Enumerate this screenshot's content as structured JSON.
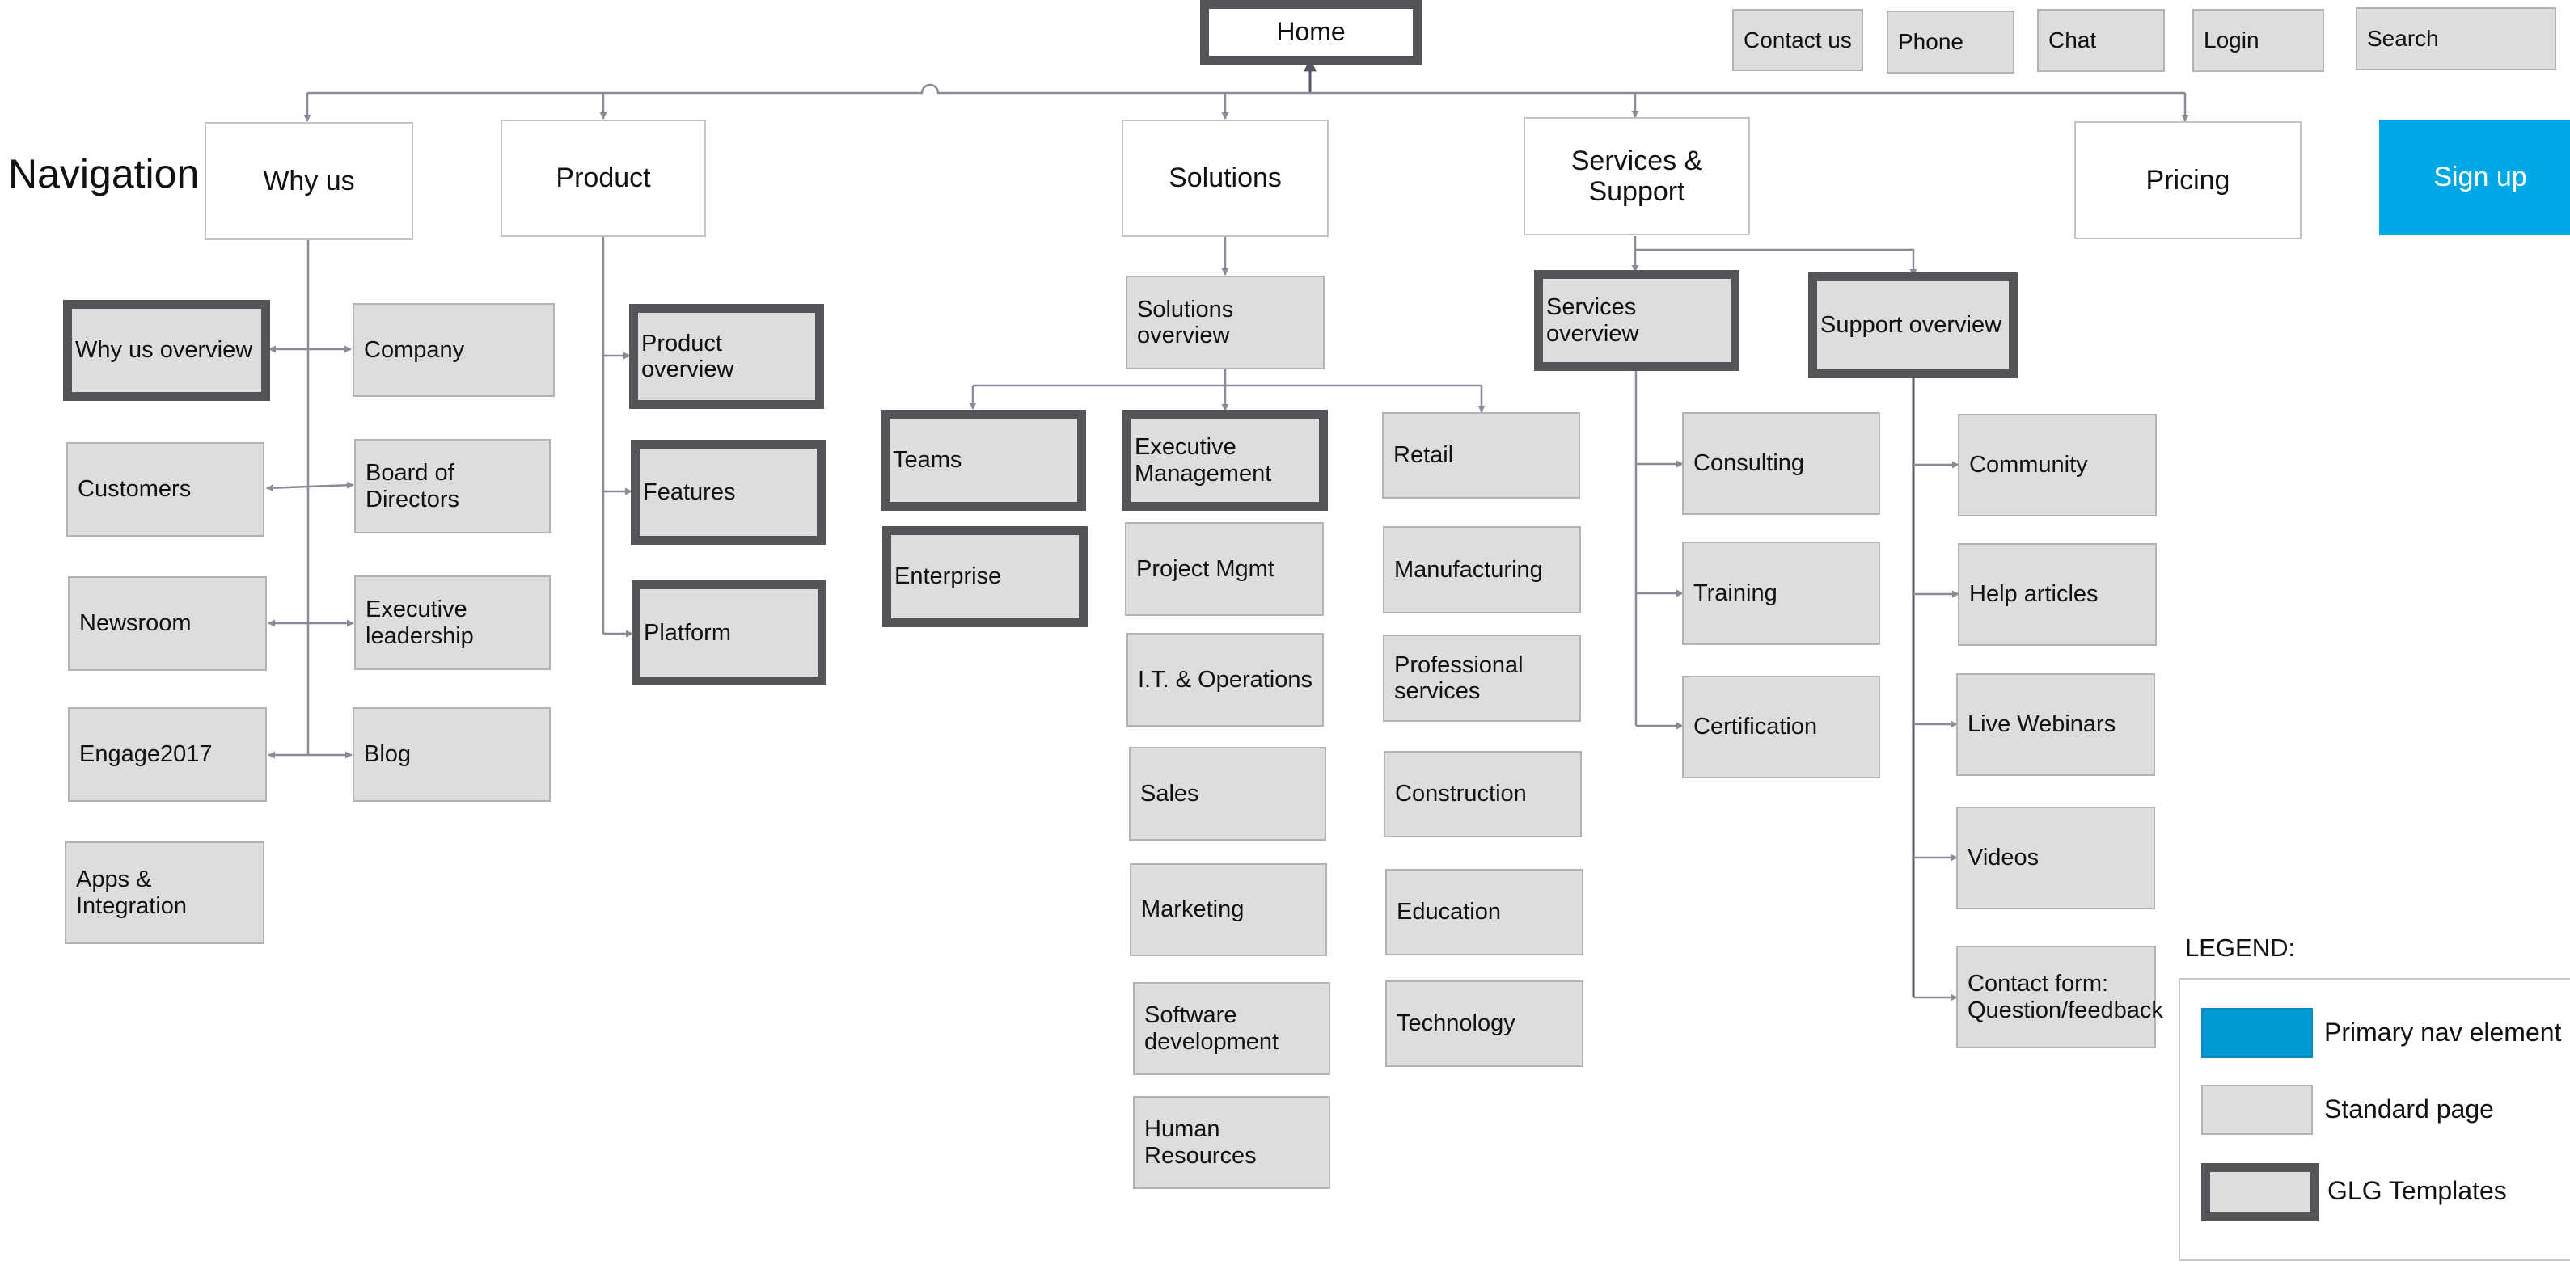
{
  "diagram": {
    "title": "Navigation",
    "home": "Home",
    "utility": [
      "Contact us",
      "Phone",
      "Chat",
      "Login",
      "Search"
    ],
    "signup": "Sign up",
    "sections": {
      "why_us": {
        "label": "Why us",
        "overview": "Why us overview",
        "left": [
          "Customers",
          "Newsroom",
          "Engage2017",
          "Apps & Integration"
        ],
        "right": [
          "Company",
          "Board of Directors",
          "Executive leadership",
          "Blog"
        ]
      },
      "product": {
        "label": "Product",
        "children": [
          "Product overview",
          "Features",
          "Platform"
        ]
      },
      "solutions": {
        "label": "Solutions",
        "overview": "Solutions overview",
        "col1": [
          "Teams",
          "Enterprise"
        ],
        "col2": [
          "Executive Management",
          "Project Mgmt",
          "I.T. & Operations",
          "Sales",
          "Marketing",
          "Software development",
          "Human Resources"
        ],
        "col3": [
          "Retail",
          "Manufacturing",
          "Professional services",
          "Construction",
          "Education",
          "Technology"
        ]
      },
      "services_support": {
        "label": "Services & Support",
        "services_overview": "Services overview",
        "services": [
          "Consulting",
          "Training",
          "Certification"
        ],
        "support_overview": "Support overview",
        "support": [
          "Community",
          "Help articles",
          "Live Webinars",
          "Videos",
          "Contact form: Question/feedback"
        ]
      },
      "pricing": {
        "label": "Pricing"
      }
    },
    "legend": {
      "title": "LEGEND:",
      "primary": "Primary nav element",
      "standard": "Standard page",
      "glg": "GLG Templates"
    },
    "colors": {
      "primary_nav": "#00a8e6",
      "standard_page": "#dddddd",
      "template_border": "#555559",
      "connector": "#8a8a99"
    }
  }
}
